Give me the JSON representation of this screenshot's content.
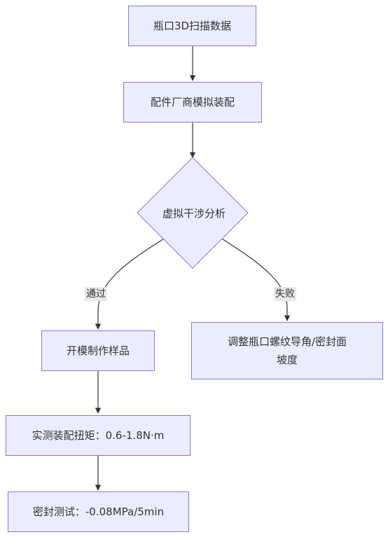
{
  "colors": {
    "node_fill": "#ececff",
    "node_border": "#9370db",
    "edge": "#333333",
    "label_bg": "#e8e8e8",
    "text": "#333333"
  },
  "nodes": {
    "scan": "瓶口3D扫描数据",
    "assembly": "配件厂商模拟装配",
    "interference": "虚拟干涉分析",
    "mold": "开模制作样品",
    "adjust_line1": "调整瓶口螺纹导角/密封面",
    "adjust_line2": "坡度",
    "torque": "实测装配扭矩：0.6-1.8N·m",
    "seal_test": "密封测试：-0.08MPa/5min"
  },
  "edge_labels": {
    "pass": "通过",
    "fail": "失败"
  }
}
